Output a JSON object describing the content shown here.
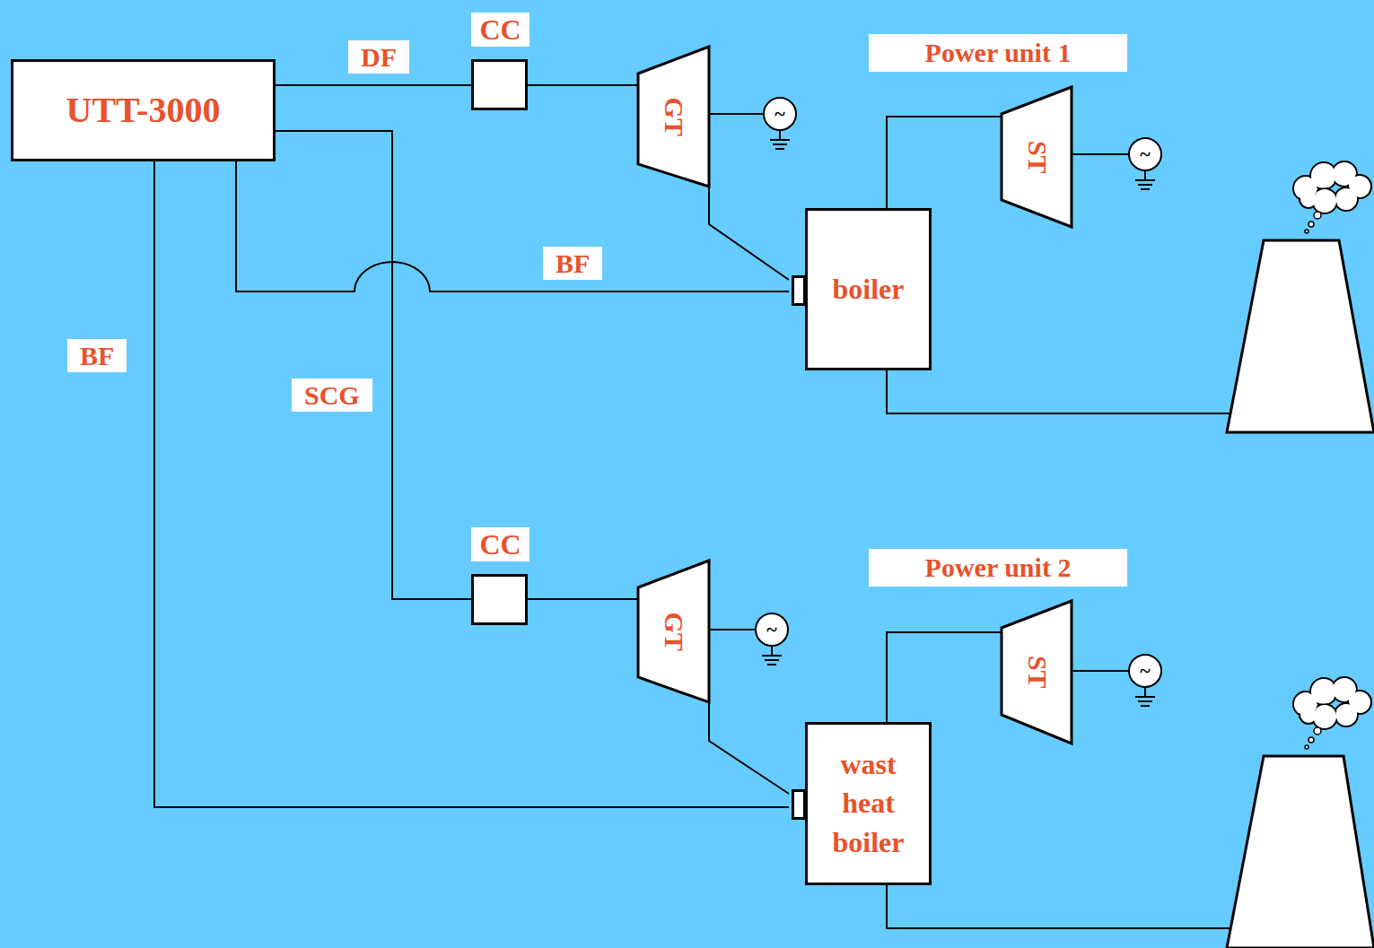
{
  "diagram": {
    "nodes": [
      {
        "text": [
          "UTT-3000"
        ]
      },
      {
        "text": [
          "CC"
        ]
      },
      {
        "text": [
          "GT"
        ]
      },
      {
        "text": [
          "~"
        ]
      },
      {
        "text": [
          "boiler"
        ]
      },
      {
        "text": [
          "ST"
        ]
      },
      {
        "text": [
          "~"
        ]
      },
      {
        "text": [
          "CC"
        ]
      },
      {
        "text": [
          "GT"
        ]
      },
      {
        "text": [
          "~"
        ]
      },
      {
        "text": [
          "wast heat boiler"
        ]
      },
      {
        "text": [
          "ST"
        ]
      },
      {
        "text": [
          "~"
        ]
      }
    ],
    "edges": [
      {
        "from": 0,
        "to": 1,
        "label": "DF",
        "arrow": "none"
      },
      {
        "from": 1,
        "to": 2,
        "arrow": "none"
      },
      {
        "from": 2,
        "to": 3,
        "arrow": "none"
      },
      {
        "from": 2,
        "to": 4,
        "arrow": "none"
      },
      {
        "from": 0,
        "to": 4,
        "label": "BF",
        "arrow": "none"
      },
      {
        "from": 4,
        "to": 5,
        "arrow": "none"
      },
      {
        "from": 5,
        "to": 6,
        "arrow": "none"
      },
      {
        "from": 0,
        "to": 7,
        "label": "SCG",
        "arrow": "none"
      },
      {
        "from": 7,
        "to": 8,
        "arrow": "none"
      },
      {
        "from": 8,
        "to": 9,
        "arrow": "none"
      },
      {
        "from": 8,
        "to": 10,
        "arrow": "none"
      },
      {
        "from": 0,
        "to": 10,
        "label": "BF",
        "arrow": "none"
      },
      {
        "from": 10,
        "to": 11,
        "arrow": "none"
      },
      {
        "from": 11,
        "to": 12,
        "arrow": "none"
      }
    ],
    "labels": [
      "Power unit 1",
      "Power unit 2"
    ]
  }
}
